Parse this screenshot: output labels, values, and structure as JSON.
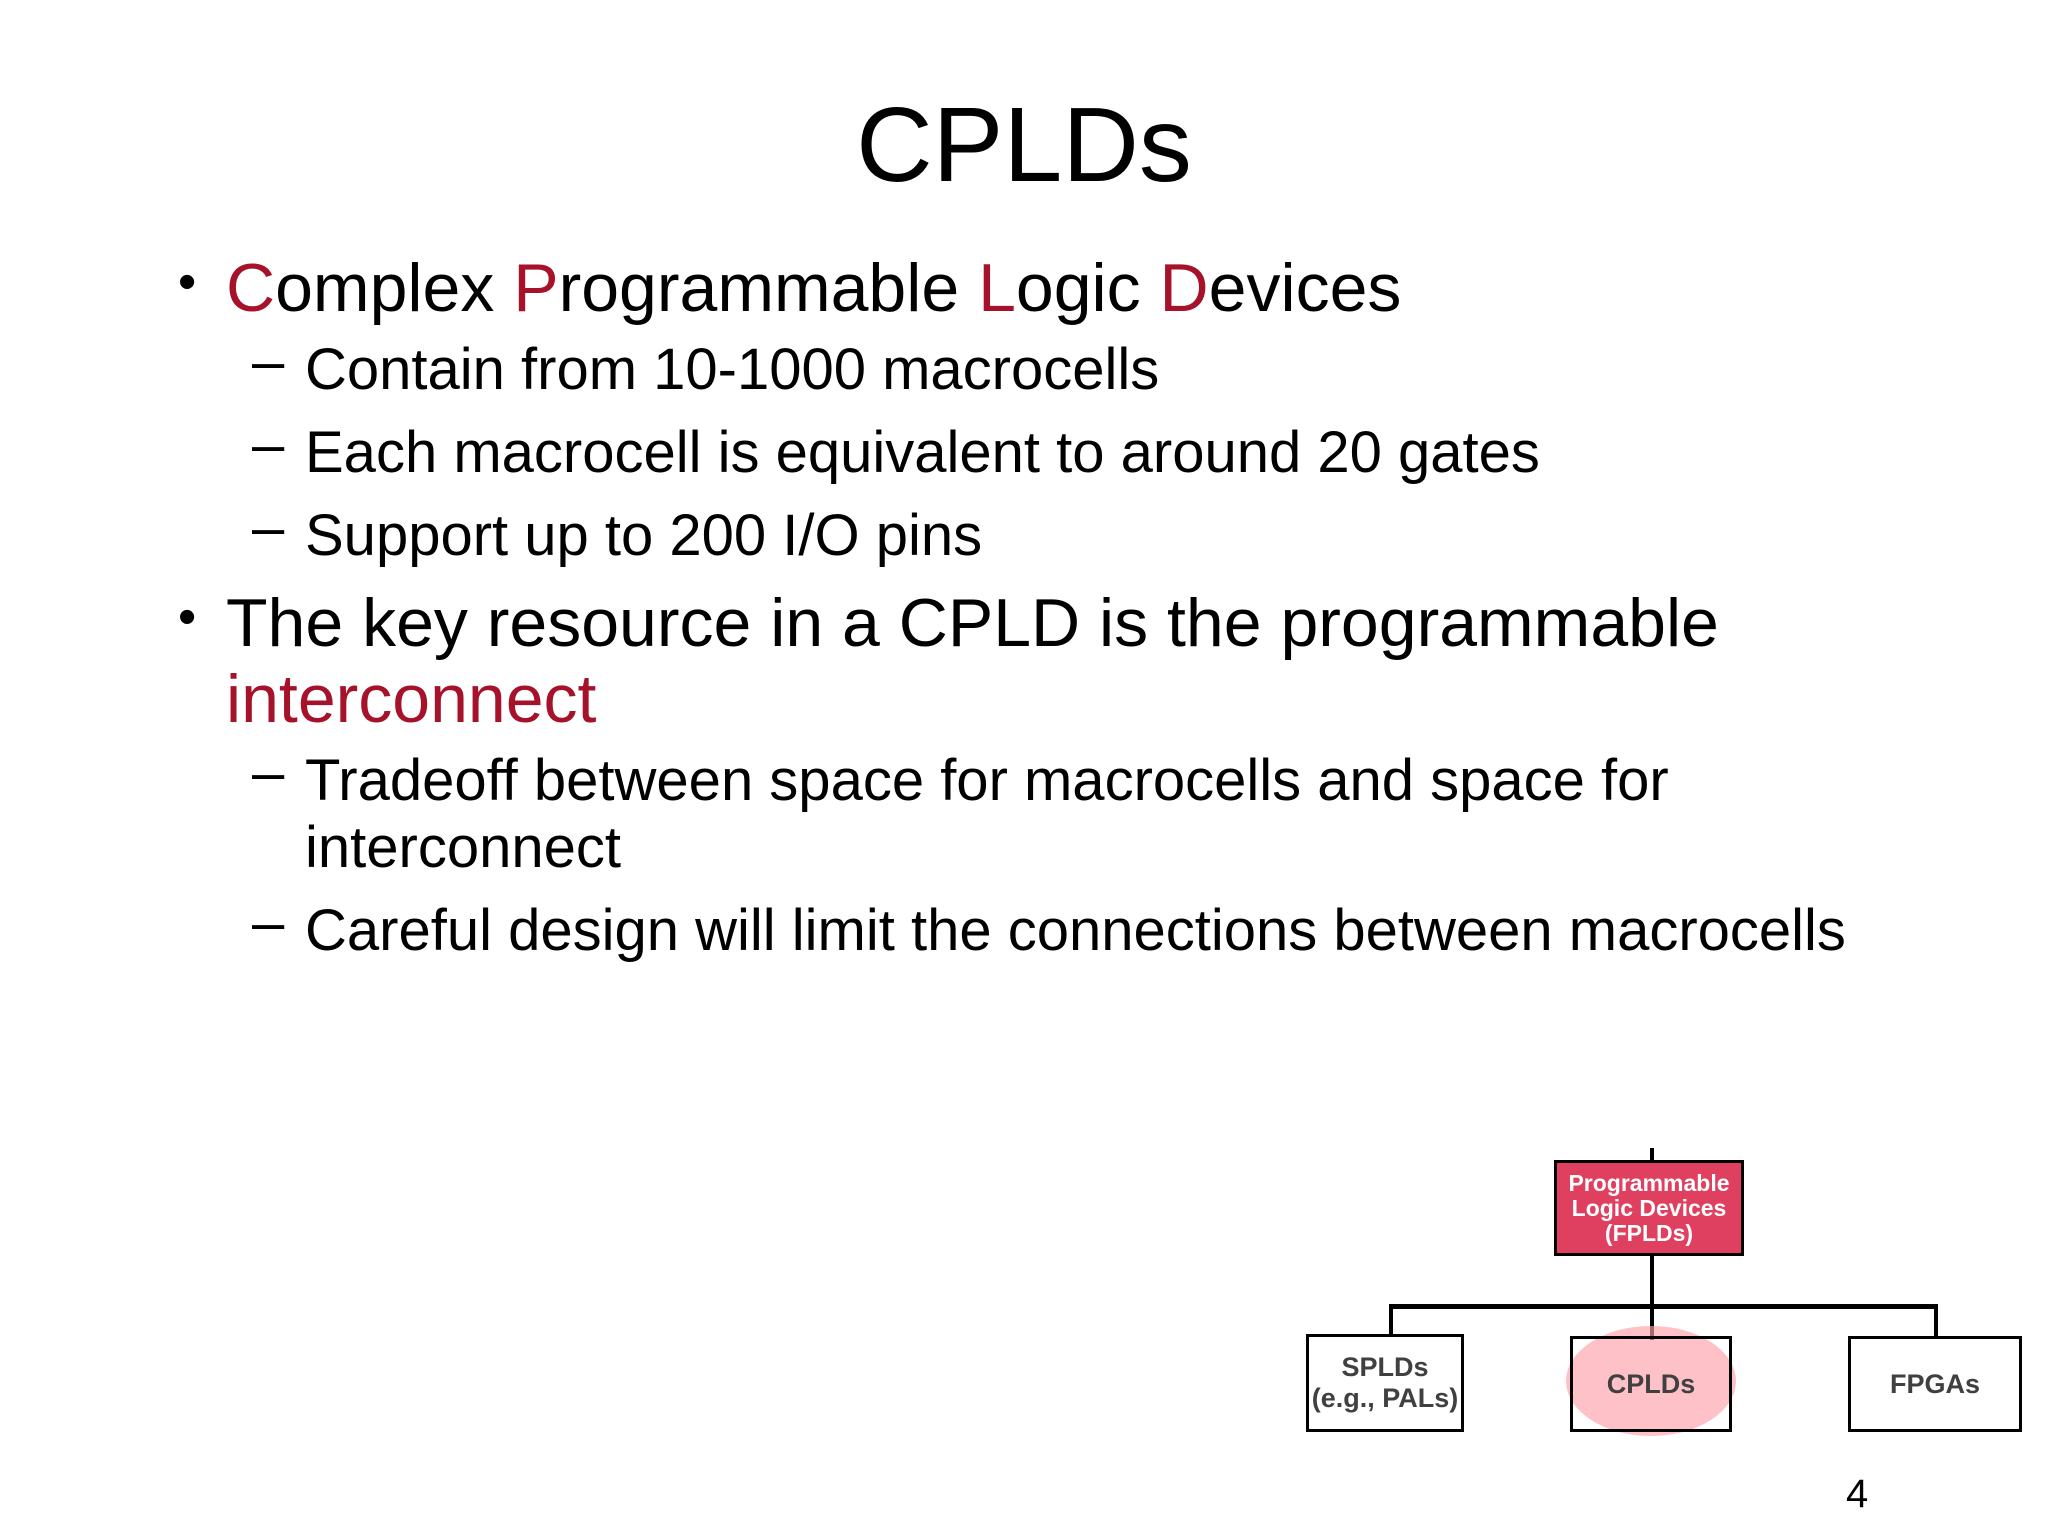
{
  "title": "CPLDs",
  "bullets": [
    {
      "parts": [
        {
          "text": "C",
          "red": true
        },
        {
          "text": "omplex ",
          "red": false
        },
        {
          "text": "P",
          "red": true
        },
        {
          "text": "rogrammable ",
          "red": false
        },
        {
          "text": "L",
          "red": true
        },
        {
          "text": "ogic ",
          "red": false
        },
        {
          "text": "D",
          "red": true
        },
        {
          "text": "evices",
          "red": false
        }
      ],
      "sub": [
        "Contain from 10-1000 macrocells",
        "Each macrocell is equivalent to around 20 gates",
        "Support up to 200 I/O pins"
      ]
    },
    {
      "line1": "The key resource in a CPLD is the programmable",
      "line2": "interconnect",
      "sub": [
        "Tradeoff between space for macrocells and space for interconnect",
        "Careful design will limit the connections between macrocells"
      ]
    }
  ],
  "diagram": {
    "root": {
      "line1": "Programmable",
      "line2": "Logic Devices",
      "line3": "(FPLDs)"
    },
    "children": [
      {
        "line1": "SPLDs",
        "line2": "(e.g., PALs)"
      },
      {
        "line1": "CPLDs"
      },
      {
        "line1": "FPGAs"
      }
    ],
    "highlight_color": "#ffa0aa",
    "root_color": "#e04060"
  },
  "page_number": "4",
  "colors": {
    "accent_red": "#a5122a"
  }
}
